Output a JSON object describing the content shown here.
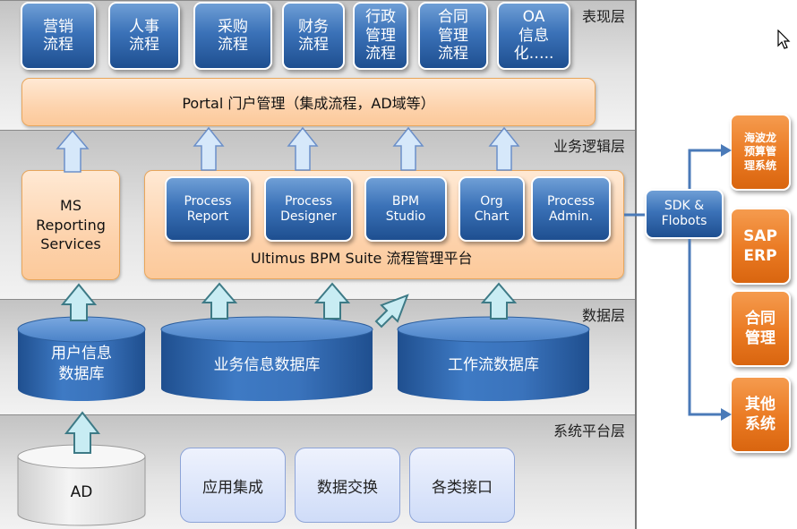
{
  "layers": {
    "presentation": "表现层",
    "business_logic": "业务逻辑层",
    "data": "数据层",
    "system_platform": "系统平台层"
  },
  "processes": [
    "营销\n流程",
    "人事\n流程",
    "采购\n流程",
    "财务\n流程",
    "行政\n管理\n流程",
    "合同\n管理\n流程",
    "OA\n信息\n化….."
  ],
  "portal": "Portal 门户管理（集成流程，AD域等）",
  "ms_reporting": "MS\nReporting\nServices",
  "bpm_suite": {
    "label": "Ultimus BPM Suite  流程管理平台",
    "modules": [
      "Process\nReport",
      "Process\nDesigner",
      "BPM\nStudio",
      "Org\nChart",
      "Process\nAdmin."
    ]
  },
  "databases": {
    "user_info": "用户信息\n数据库",
    "business_info": "业务信息数据库",
    "workflow": "工作流数据库"
  },
  "platform": {
    "ad": "AD",
    "app_integration": "应用集成",
    "data_exchange": "数据交换",
    "interfaces": "各类接口"
  },
  "sdk": "SDK &\nFlobots",
  "external_systems": [
    "海波龙\n预算管\n理系统",
    "SAP\nERP",
    "合同\n管理",
    "其他\n系统"
  ],
  "colors": {
    "module_blue": "#3b72b8",
    "peach": "#fdd3ad",
    "orange": "#ea7a23",
    "arrow_fill": "#c8ecf3",
    "connector_blue": "#4a7ab8"
  }
}
